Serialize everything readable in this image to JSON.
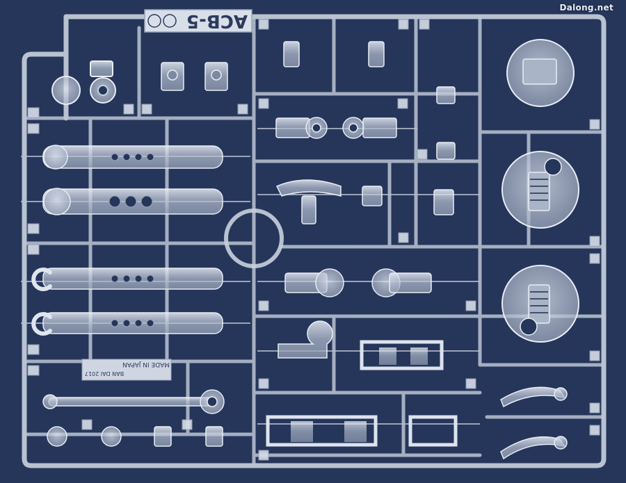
{
  "watermark": "Dalong.net",
  "runner": {
    "code": "ACB-5",
    "mark_made_in": "MADE IN JAPAN",
    "mark_copyright": "BAN DAI 2017"
  },
  "colors": {
    "background": "#26365a",
    "plastic": "#c3cbd8",
    "plastic_highlight": "#e6ebf3",
    "plastic_shadow": "#8d98ae"
  }
}
